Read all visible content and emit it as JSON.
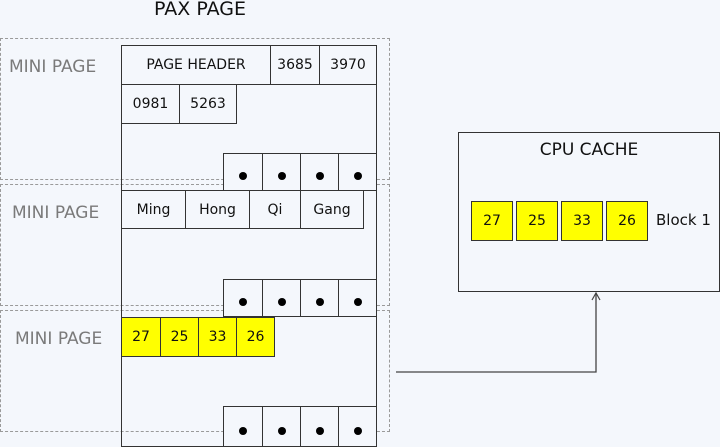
{
  "title": "PAX PAGE",
  "mini_page_label": "MINI PAGE",
  "mini_pages": [
    {
      "label": "MINI PAGE",
      "header_row": [
        "PAGE HEADER",
        "3685",
        "3970"
      ],
      "second_row": [
        "0981",
        "5263"
      ]
    },
    {
      "label": "MINI PAGE",
      "values": [
        "Ming",
        "Hong",
        "Qi",
        "Gang"
      ]
    },
    {
      "label": "MINI PAGE",
      "values": [
        "27",
        "25",
        "33",
        "26"
      ]
    }
  ],
  "cpu_cache": {
    "title": "CPU CACHE",
    "block": {
      "label": "Block 1",
      "values": [
        "27",
        "25",
        "33",
        "26"
      ]
    }
  },
  "colors": {
    "highlight": "#ffff00",
    "dashed_border": "#9a9a9a"
  }
}
